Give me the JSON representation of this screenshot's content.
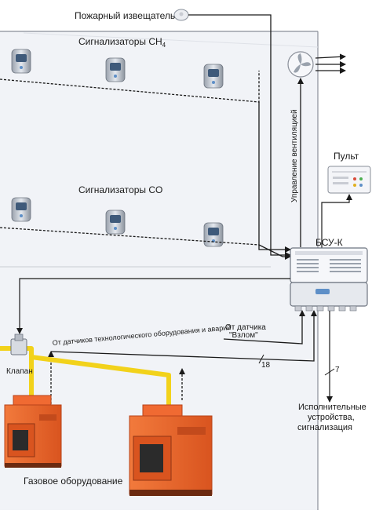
{
  "labels": {
    "fire_detector": "Пожарный извещатель",
    "ch4_sensors": "Сигнализаторы CH",
    "ch4_subscript": "4",
    "co_sensors": "Сигнализаторы CO",
    "ventilation_control": "Управление вентиляцией",
    "console": "Пульт",
    "bsu": "БСУ-К",
    "valve": "Клапан",
    "tech_sensors": "От датчиков технологического оборудования и аварий",
    "break_in_line1": "От датчика",
    "break_in_line2": "\"Взлом\"",
    "wire_count_18": "18",
    "wire_count_7": "7",
    "actuators_line1": "Исполнительные",
    "actuators_line2": "устройства,",
    "actuators_line3": "сигнализация",
    "gas_equipment": "Газовое оборудование"
  },
  "colors": {
    "gas_pipe": "#f2d21b",
    "boiler_body": "#e8632a",
    "boiler_dark": "#b8431a",
    "room_fill": "#f1f3f7",
    "wall_line": "#8a8f99",
    "signal_line": "#1a1a1a"
  },
  "icons": {
    "fire_detector": "smoke-detector-icon",
    "ventilation": "fan-icon",
    "sensor": "gas-sensor-icon",
    "console": "control-panel-icon",
    "controller": "controller-unit-icon",
    "valve": "gas-valve-icon",
    "boiler": "gas-boiler-icon"
  }
}
